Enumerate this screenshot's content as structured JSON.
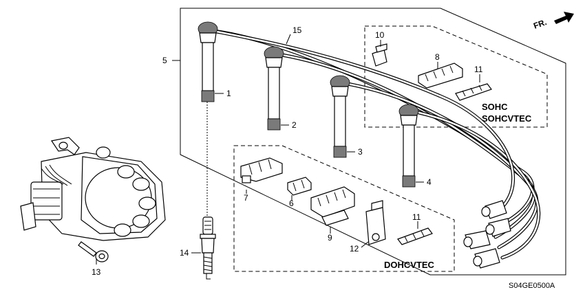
{
  "callouts": {
    "c1": "1",
    "c2": "2",
    "c3": "3",
    "c4": "4",
    "c5": "5",
    "c6": "6",
    "c7": "7",
    "c8": "8",
    "c9": "9",
    "c10": "10",
    "c11a": "11",
    "c11b": "11",
    "c12": "12",
    "c13": "13",
    "c14": "14",
    "c15": "15"
  },
  "variants": {
    "sohc": "SOHC",
    "sohc_vtec": "SOHCVTEC",
    "dohc_vtec": "DOHCVTEC"
  },
  "direction_marker": "FR.",
  "diagram_code": "S04GE0500A"
}
